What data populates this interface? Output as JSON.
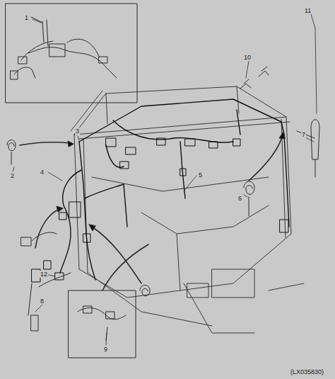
{
  "diagram": {
    "labels": [
      "1",
      "2",
      "3",
      "4",
      "5",
      "6",
      "7",
      "8",
      "9",
      "10",
      "11",
      "12",
      "(LX035830)"
    ]
  }
}
